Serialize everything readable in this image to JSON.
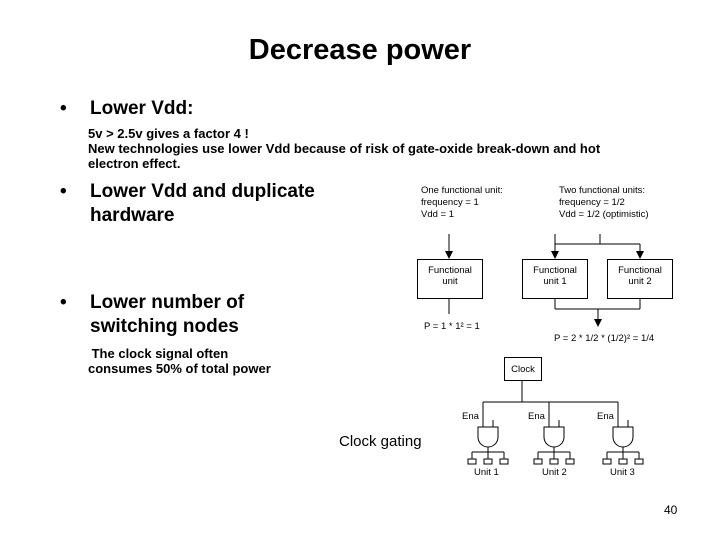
{
  "title": "Decrease power",
  "bullets": [
    {
      "marker": "•",
      "lines": [
        "Lower Vdd:"
      ]
    },
    {
      "marker": "•",
      "lines": [
        "Lower Vdd and duplicate",
        "hardware"
      ]
    },
    {
      "marker": "•",
      "lines": [
        "Lower number of",
        "switching nodes"
      ]
    }
  ],
  "vdd_note": [
    "5v > 2.5v gives a factor 4 !",
    "New technologies use lower Vdd because of risk of gate-oxide break-down and hot",
    "electron effect."
  ],
  "clock_note": [
    " The clock signal often",
    "consumes 50% of total power"
  ],
  "one_unit": {
    "caption": [
      "One functional unit:",
      "frequency = 1",
      "Vdd = 1"
    ],
    "box": [
      "Functional",
      "unit"
    ],
    "power": "P = 1 * 1² = 1"
  },
  "two_units": {
    "caption": [
      "Two functional units:",
      "frequency = 1/2",
      "Vdd = 1/2 (optimistic)"
    ],
    "box1": [
      "Functional",
      "unit 1"
    ],
    "box2": [
      "Functional",
      "unit 2"
    ],
    "power": "P = 2 * 1/2 * (1/2)² = 1/4"
  },
  "clock_gating": {
    "label": "Clock gating",
    "clock_box": "Clock",
    "enable_labels": [
      "Ena",
      "Ena",
      "Ena"
    ],
    "units": [
      "Unit 1",
      "Unit 2",
      "Unit 3"
    ]
  },
  "page_number": "40"
}
